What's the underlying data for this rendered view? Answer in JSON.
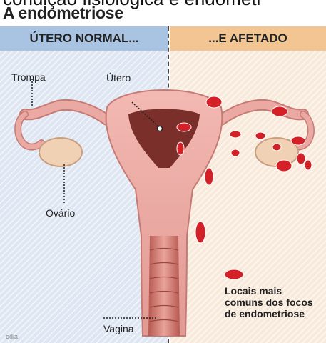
{
  "top_partial_text": "condição fisiológica e endometr",
  "title": "A endometriose",
  "panels": {
    "left_header": "ÚTERO NORMAL...",
    "right_header": "...E AFETADO"
  },
  "labels": {
    "trompa": "Trompa",
    "utero": "Útero",
    "ovario": "Ovário",
    "vagina": "Vagina"
  },
  "legend": {
    "text": "Locais mais comuns dos focos de endometriose",
    "marker_color": "#d42027"
  },
  "credit": "odia",
  "colors": {
    "left_bg": "#dde6f2",
    "right_bg": "#f8eadb",
    "left_header": "#a9c4e3",
    "right_header": "#f2c592",
    "tissue": "#eaa9a2",
    "tissue_dark": "#c77a74",
    "lining": "#7a2f2b",
    "focus": "#d42027"
  }
}
